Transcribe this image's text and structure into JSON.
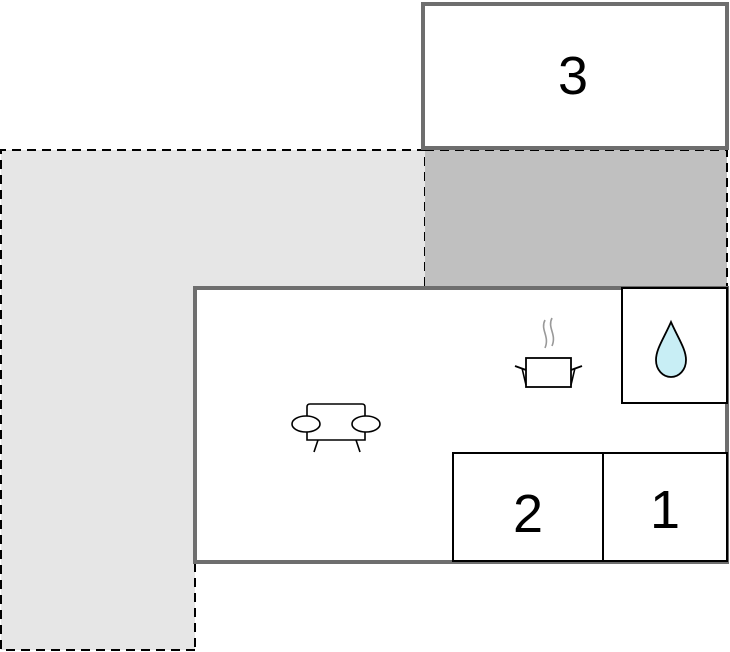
{
  "floorplan": {
    "rooms": [
      {
        "id": "room-1",
        "label": "1"
      },
      {
        "id": "room-2",
        "label": "2"
      },
      {
        "id": "room-3",
        "label": "3"
      }
    ],
    "icons": [
      "sofa-icon",
      "cooking-pot-icon",
      "water-drop-icon"
    ],
    "colors": {
      "terrace": "#e6e6e6",
      "covered_area": "#c0c0c0",
      "wall": "#6e6e6e",
      "water": "#c8eef5"
    }
  }
}
